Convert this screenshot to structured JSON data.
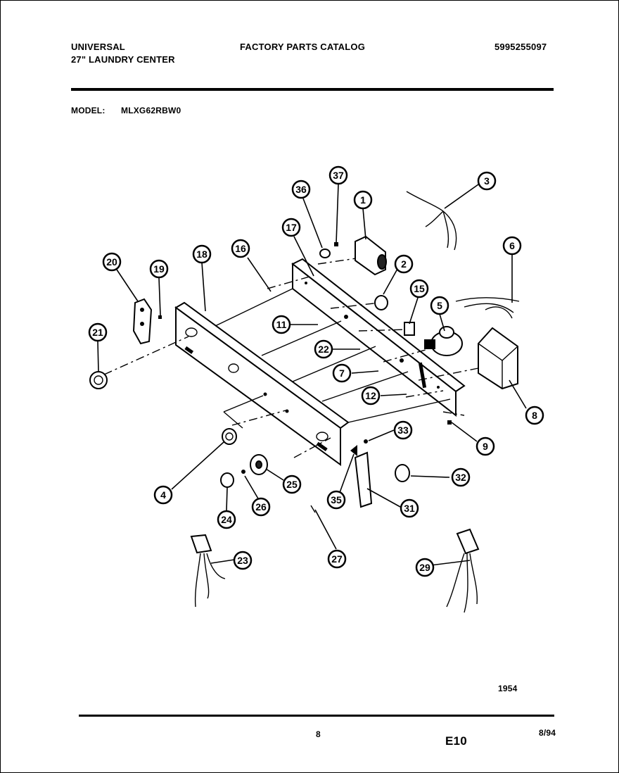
{
  "header": {
    "brand": "UNIVERSAL",
    "product": "27\" LAUNDRY CENTER",
    "catalog_title": "FACTORY PARTS CATALOG",
    "catalog_number": "5995255097"
  },
  "model": {
    "label": "MODEL:",
    "value": "MLXG62RBW0"
  },
  "diagram": {
    "callouts": [
      "1",
      "2",
      "3",
      "4",
      "5",
      "6",
      "7",
      "8",
      "9",
      "11",
      "12",
      "15",
      "16",
      "17",
      "18",
      "19",
      "20",
      "21",
      "22",
      "23",
      "24",
      "25",
      "26",
      "27",
      "29",
      "31",
      "32",
      "33",
      "35",
      "36",
      "37"
    ],
    "drawing_number": "1954"
  },
  "footer": {
    "page_number": "8",
    "section_code": "E10",
    "date": "8/94"
  }
}
